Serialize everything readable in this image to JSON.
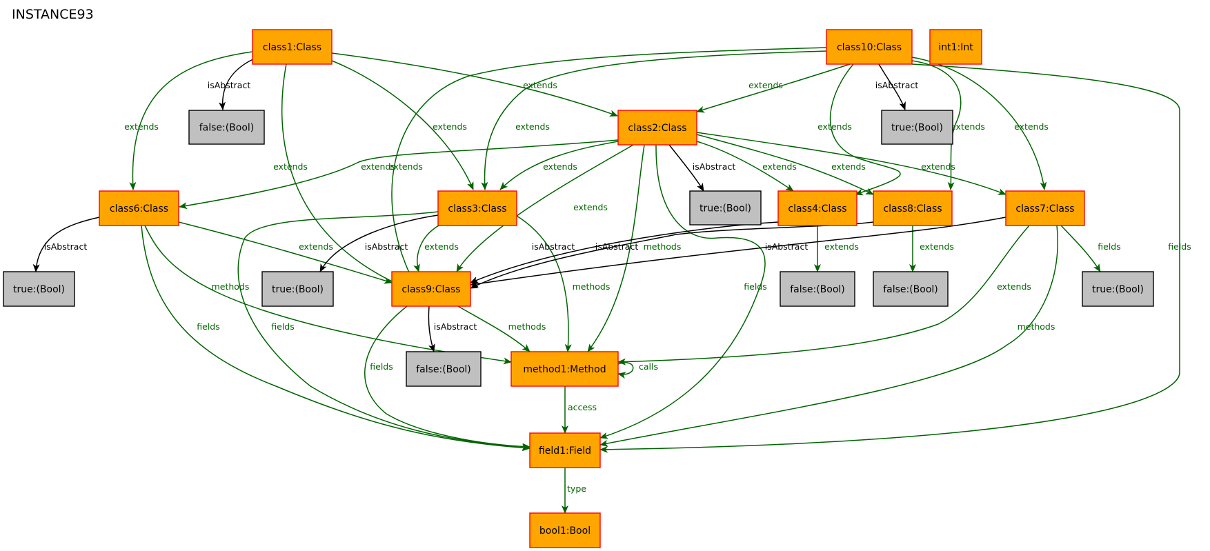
{
  "title": "INSTANCE93",
  "colors": {
    "class_fill": "#FFA500",
    "class_stroke": "#FF0000",
    "value_fill": "#C0C0C0",
    "value_stroke": "#000000",
    "edge_green": "#006400",
    "edge_black": "#000000"
  },
  "nodes": [
    {
      "id": "class1",
      "label": "class1:Class",
      "kind": "class"
    },
    {
      "id": "class10",
      "label": "class10:Class",
      "kind": "class"
    },
    {
      "id": "int1",
      "label": "int1:Int",
      "kind": "class"
    },
    {
      "id": "false1",
      "label": "false:(Bool)",
      "kind": "value"
    },
    {
      "id": "class2",
      "label": "class2:Class",
      "kind": "class"
    },
    {
      "id": "true1",
      "label": "true:(Bool)",
      "kind": "value"
    },
    {
      "id": "class6",
      "label": "class6:Class",
      "kind": "class"
    },
    {
      "id": "class3",
      "label": "class3:Class",
      "kind": "class"
    },
    {
      "id": "true2",
      "label": "true:(Bool)",
      "kind": "value"
    },
    {
      "id": "class4",
      "label": "class4:Class",
      "kind": "class"
    },
    {
      "id": "class8",
      "label": "class8:Class",
      "kind": "class"
    },
    {
      "id": "class7",
      "label": "class7:Class",
      "kind": "class"
    },
    {
      "id": "true3",
      "label": "true:(Bool)",
      "kind": "value"
    },
    {
      "id": "true4",
      "label": "true:(Bool)",
      "kind": "value"
    },
    {
      "id": "class9",
      "label": "class9:Class",
      "kind": "class"
    },
    {
      "id": "false2",
      "label": "false:(Bool)",
      "kind": "value"
    },
    {
      "id": "false3",
      "label": "false:(Bool)",
      "kind": "value"
    },
    {
      "id": "true5",
      "label": "true:(Bool)",
      "kind": "value"
    },
    {
      "id": "false4",
      "label": "false:(Bool)",
      "kind": "value"
    },
    {
      "id": "method1",
      "label": "method1:Method",
      "kind": "class"
    },
    {
      "id": "field1",
      "label": "field1:Field",
      "kind": "class"
    },
    {
      "id": "bool1",
      "label": "bool1:Bool",
      "kind": "class"
    }
  ],
  "edges": [
    {
      "from": "class1",
      "to": "false1",
      "label": "isAbstract",
      "style": "black"
    },
    {
      "from": "class1",
      "to": "class6",
      "label": "extends",
      "style": "green"
    },
    {
      "from": "class1",
      "to": "class9",
      "label": "extends",
      "style": "green"
    },
    {
      "from": "class1",
      "to": "class3",
      "label": "extends",
      "style": "green"
    },
    {
      "from": "class1",
      "to": "class2",
      "label": "extends",
      "style": "green"
    },
    {
      "from": "class10",
      "to": "class9",
      "label": "extends",
      "style": "green"
    },
    {
      "from": "class10",
      "to": "class3",
      "label": "extends",
      "style": "green"
    },
    {
      "from": "class10",
      "to": "class2",
      "label": "extends",
      "style": "green"
    },
    {
      "from": "class10",
      "to": "true2",
      "label": "isAbstract",
      "style": "black"
    },
    {
      "from": "class10",
      "to": "class4",
      "label": "extends",
      "style": "green"
    },
    {
      "from": "class10",
      "to": "class8",
      "label": "extends",
      "style": "green"
    },
    {
      "from": "class10",
      "to": "class7",
      "label": "extends",
      "style": "green"
    },
    {
      "from": "class10",
      "to": "field1",
      "label": "fields",
      "style": "green"
    },
    {
      "from": "class2",
      "to": "class6",
      "label": "extends",
      "style": "green"
    },
    {
      "from": "class2",
      "to": "class3",
      "label": "extends",
      "style": "green"
    },
    {
      "from": "class2",
      "to": "true1",
      "label": "isAbstract",
      "style": "black"
    },
    {
      "from": "class2",
      "to": "class4",
      "label": "extends",
      "style": "green"
    },
    {
      "from": "class2",
      "to": "class8",
      "label": "extends",
      "style": "green"
    },
    {
      "from": "class2",
      "to": "class7",
      "label": "extends",
      "style": "green"
    },
    {
      "from": "class2",
      "to": "class9",
      "label": "extends",
      "style": "green"
    },
    {
      "from": "class2",
      "to": "method1",
      "label": "methods",
      "style": "green"
    },
    {
      "from": "class2",
      "to": "field1",
      "label": "fields",
      "style": "green"
    },
    {
      "from": "class6",
      "to": "true3",
      "label": "isAbstract",
      "style": "black"
    },
    {
      "from": "class6",
      "to": "class9",
      "label": "extends",
      "style": "green"
    },
    {
      "from": "class6",
      "to": "method1",
      "label": "methods",
      "style": "green"
    },
    {
      "from": "class6",
      "to": "field1",
      "label": "fields",
      "style": "green"
    },
    {
      "from": "class3",
      "to": "true4",
      "label": "isAbstract",
      "style": "black"
    },
    {
      "from": "class3",
      "to": "class9",
      "label": "extends",
      "style": "green"
    },
    {
      "from": "class3",
      "to": "method1",
      "label": "methods",
      "style": "green"
    },
    {
      "from": "class3",
      "to": "field1",
      "label": "fields",
      "style": "green"
    },
    {
      "from": "class4",
      "to": "false2",
      "label": "isAbstract",
      "style": "black"
    },
    {
      "from": "class4",
      "to": "class9",
      "label": "extends",
      "style": "green"
    },
    {
      "from": "class8",
      "to": "false3",
      "label": "isAbstract",
      "style": "black"
    },
    {
      "from": "class8",
      "to": "class9",
      "label": "extends",
      "style": "green"
    },
    {
      "from": "class7",
      "to": "true5",
      "label": "isAbstract",
      "style": "black"
    },
    {
      "from": "class7",
      "to": "class9",
      "label": "extends",
      "style": "green"
    },
    {
      "from": "class7",
      "to": "method1",
      "label": "methods",
      "style": "green"
    },
    {
      "from": "class7",
      "to": "field1",
      "label": "fields",
      "style": "green"
    },
    {
      "from": "class9",
      "to": "false4",
      "label": "isAbstract",
      "style": "black"
    },
    {
      "from": "class9",
      "to": "method1",
      "label": "methods",
      "style": "green"
    },
    {
      "from": "class9",
      "to": "field1",
      "label": "fields",
      "style": "green"
    },
    {
      "from": "method1",
      "to": "method1",
      "label": "calls",
      "style": "green"
    },
    {
      "from": "method1",
      "to": "field1",
      "label": "access",
      "style": "green"
    },
    {
      "from": "field1",
      "to": "bool1",
      "label": "type",
      "style": "green"
    }
  ]
}
